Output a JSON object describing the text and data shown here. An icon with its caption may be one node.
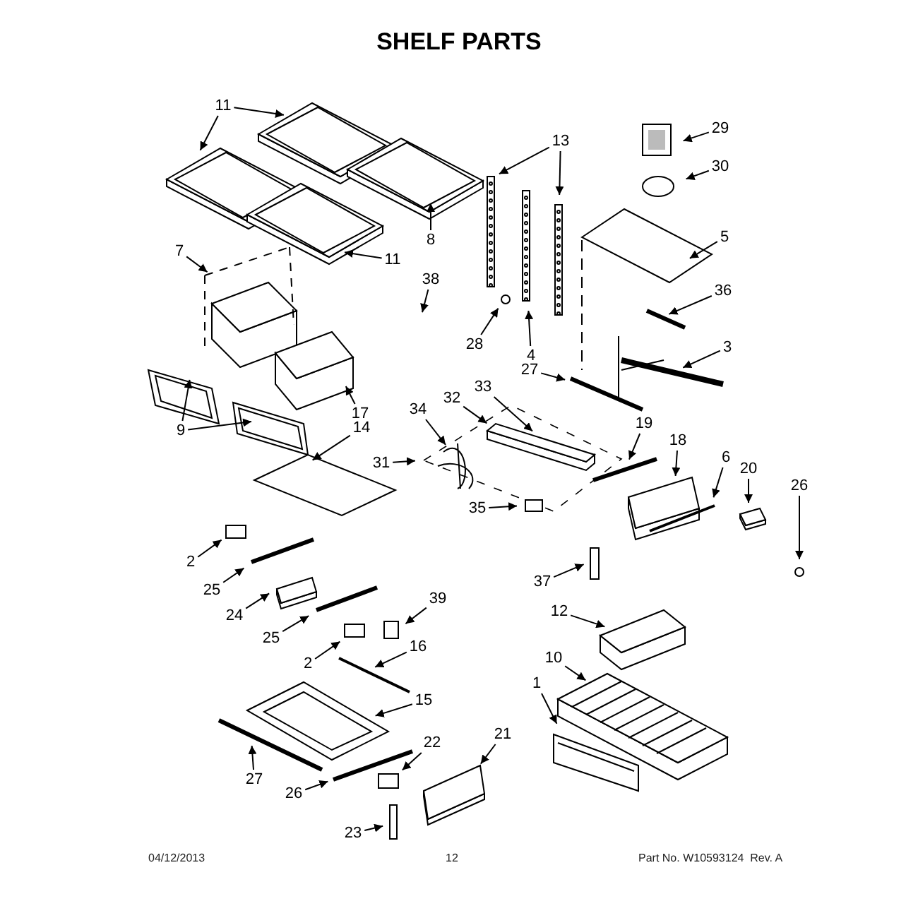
{
  "diagram": {
    "title": "SHELF PARTS",
    "nodes": [
      {
        "text": [
          "11"
        ]
      },
      {
        "text": [
          "13"
        ]
      },
      {
        "text": [
          "29"
        ]
      },
      {
        "text": [
          "30"
        ]
      },
      {
        "text": [
          "8"
        ]
      },
      {
        "text": [
          "5"
        ]
      },
      {
        "text": [
          "7"
        ]
      },
      {
        "text": [
          "11"
        ]
      },
      {
        "text": [
          "38"
        ]
      },
      {
        "text": [
          "36"
        ]
      },
      {
        "text": [
          "28"
        ]
      },
      {
        "text": [
          "4"
        ]
      },
      {
        "text": [
          "3"
        ]
      },
      {
        "text": [
          "27"
        ]
      },
      {
        "text": [
          "33"
        ]
      },
      {
        "text": [
          "32"
        ]
      },
      {
        "text": [
          "17"
        ]
      },
      {
        "text": [
          "34"
        ]
      },
      {
        "text": [
          "14"
        ]
      },
      {
        "text": [
          "9"
        ]
      },
      {
        "text": [
          "19"
        ]
      },
      {
        "text": [
          "31"
        ]
      },
      {
        "text": [
          "18"
        ]
      },
      {
        "text": [
          "6"
        ]
      },
      {
        "text": [
          "20"
        ]
      },
      {
        "text": [
          "26"
        ]
      },
      {
        "text": [
          "35"
        ]
      },
      {
        "text": [
          "2"
        ]
      },
      {
        "text": [
          "25"
        ]
      },
      {
        "text": [
          "37"
        ]
      },
      {
        "text": [
          "24"
        ]
      },
      {
        "text": [
          "39"
        ]
      },
      {
        "text": [
          "25"
        ]
      },
      {
        "text": [
          "12"
        ]
      },
      {
        "text": [
          "2"
        ]
      },
      {
        "text": [
          "16"
        ]
      },
      {
        "text": [
          "10"
        ]
      },
      {
        "text": [
          "15"
        ]
      },
      {
        "text": [
          "1"
        ]
      },
      {
        "text": [
          "22"
        ]
      },
      {
        "text": [
          "21"
        ]
      },
      {
        "text": [
          "27"
        ]
      },
      {
        "text": [
          "26"
        ]
      },
      {
        "text": [
          "23"
        ]
      }
    ],
    "edges": [
      {
        "from": 0,
        "to": null,
        "arrow": "to"
      },
      {
        "from": 0,
        "to": null,
        "arrow": "to"
      },
      {
        "from": 1,
        "to": null,
        "arrow": "to"
      },
      {
        "from": 1,
        "to": null,
        "arrow": "to"
      },
      {
        "from": 2,
        "to": null,
        "arrow": "to"
      },
      {
        "from": 3,
        "to": null,
        "arrow": "to"
      },
      {
        "from": 4,
        "to": null,
        "arrow": "to"
      },
      {
        "from": 5,
        "to": null,
        "arrow": "to"
      },
      {
        "from": 6,
        "to": null,
        "arrow": "to"
      },
      {
        "from": 7,
        "to": null,
        "arrow": "to"
      },
      {
        "from": 8,
        "to": null,
        "arrow": "to"
      },
      {
        "from": 9,
        "to": null,
        "arrow": "to"
      },
      {
        "from": 10,
        "to": null,
        "arrow": "to"
      },
      {
        "from": 11,
        "to": null,
        "arrow": "to"
      },
      {
        "from": 12,
        "to": null,
        "arrow": "to"
      },
      {
        "from": 13,
        "to": null,
        "arrow": "to"
      },
      {
        "from": 14,
        "to": null,
        "arrow": "to"
      },
      {
        "from": 15,
        "to": null,
        "arrow": "to"
      },
      {
        "from": 16,
        "to": null,
        "arrow": "to"
      },
      {
        "from": 17,
        "to": null,
        "arrow": "to"
      },
      {
        "from": 18,
        "to": null,
        "arrow": "to"
      },
      {
        "from": 19,
        "to": null,
        "arrow": "to"
      },
      {
        "from": 19,
        "to": null,
        "arrow": "to"
      },
      {
        "from": 20,
        "to": null,
        "arrow": "to"
      },
      {
        "from": 21,
        "to": null,
        "arrow": "to"
      },
      {
        "from": 22,
        "to": null,
        "arrow": "to"
      },
      {
        "from": 23,
        "to": null,
        "arrow": "to"
      },
      {
        "from": 24,
        "to": null,
        "arrow": "to"
      },
      {
        "from": 25,
        "to": null,
        "arrow": "to"
      },
      {
        "from": 26,
        "to": null,
        "arrow": "to"
      },
      {
        "from": 27,
        "to": null,
        "arrow": "to"
      },
      {
        "from": 28,
        "to": null,
        "arrow": "to"
      },
      {
        "from": 29,
        "to": null,
        "arrow": "to"
      },
      {
        "from": 30,
        "to": null,
        "arrow": "to"
      },
      {
        "from": 31,
        "to": null,
        "arrow": "to"
      },
      {
        "from": 32,
        "to": null,
        "arrow": "to"
      },
      {
        "from": 33,
        "to": null,
        "arrow": "to"
      },
      {
        "from": 34,
        "to": null,
        "arrow": "to"
      },
      {
        "from": 35,
        "to": null,
        "arrow": "to"
      },
      {
        "from": 36,
        "to": null,
        "arrow": "to"
      },
      {
        "from": 37,
        "to": null,
        "arrow": "to"
      },
      {
        "from": 38,
        "to": null,
        "arrow": "to"
      },
      {
        "from": 39,
        "to": null,
        "arrow": "to"
      },
      {
        "from": 40,
        "to": null,
        "arrow": "to"
      },
      {
        "from": 41,
        "to": null,
        "arrow": "to"
      },
      {
        "from": 42,
        "to": null,
        "arrow": "to"
      },
      {
        "from": 43,
        "to": null,
        "arrow": "to"
      }
    ],
    "labels": [
      "04/12/2013",
      "12",
      "Part No. W10593124  Rev. A"
    ]
  }
}
